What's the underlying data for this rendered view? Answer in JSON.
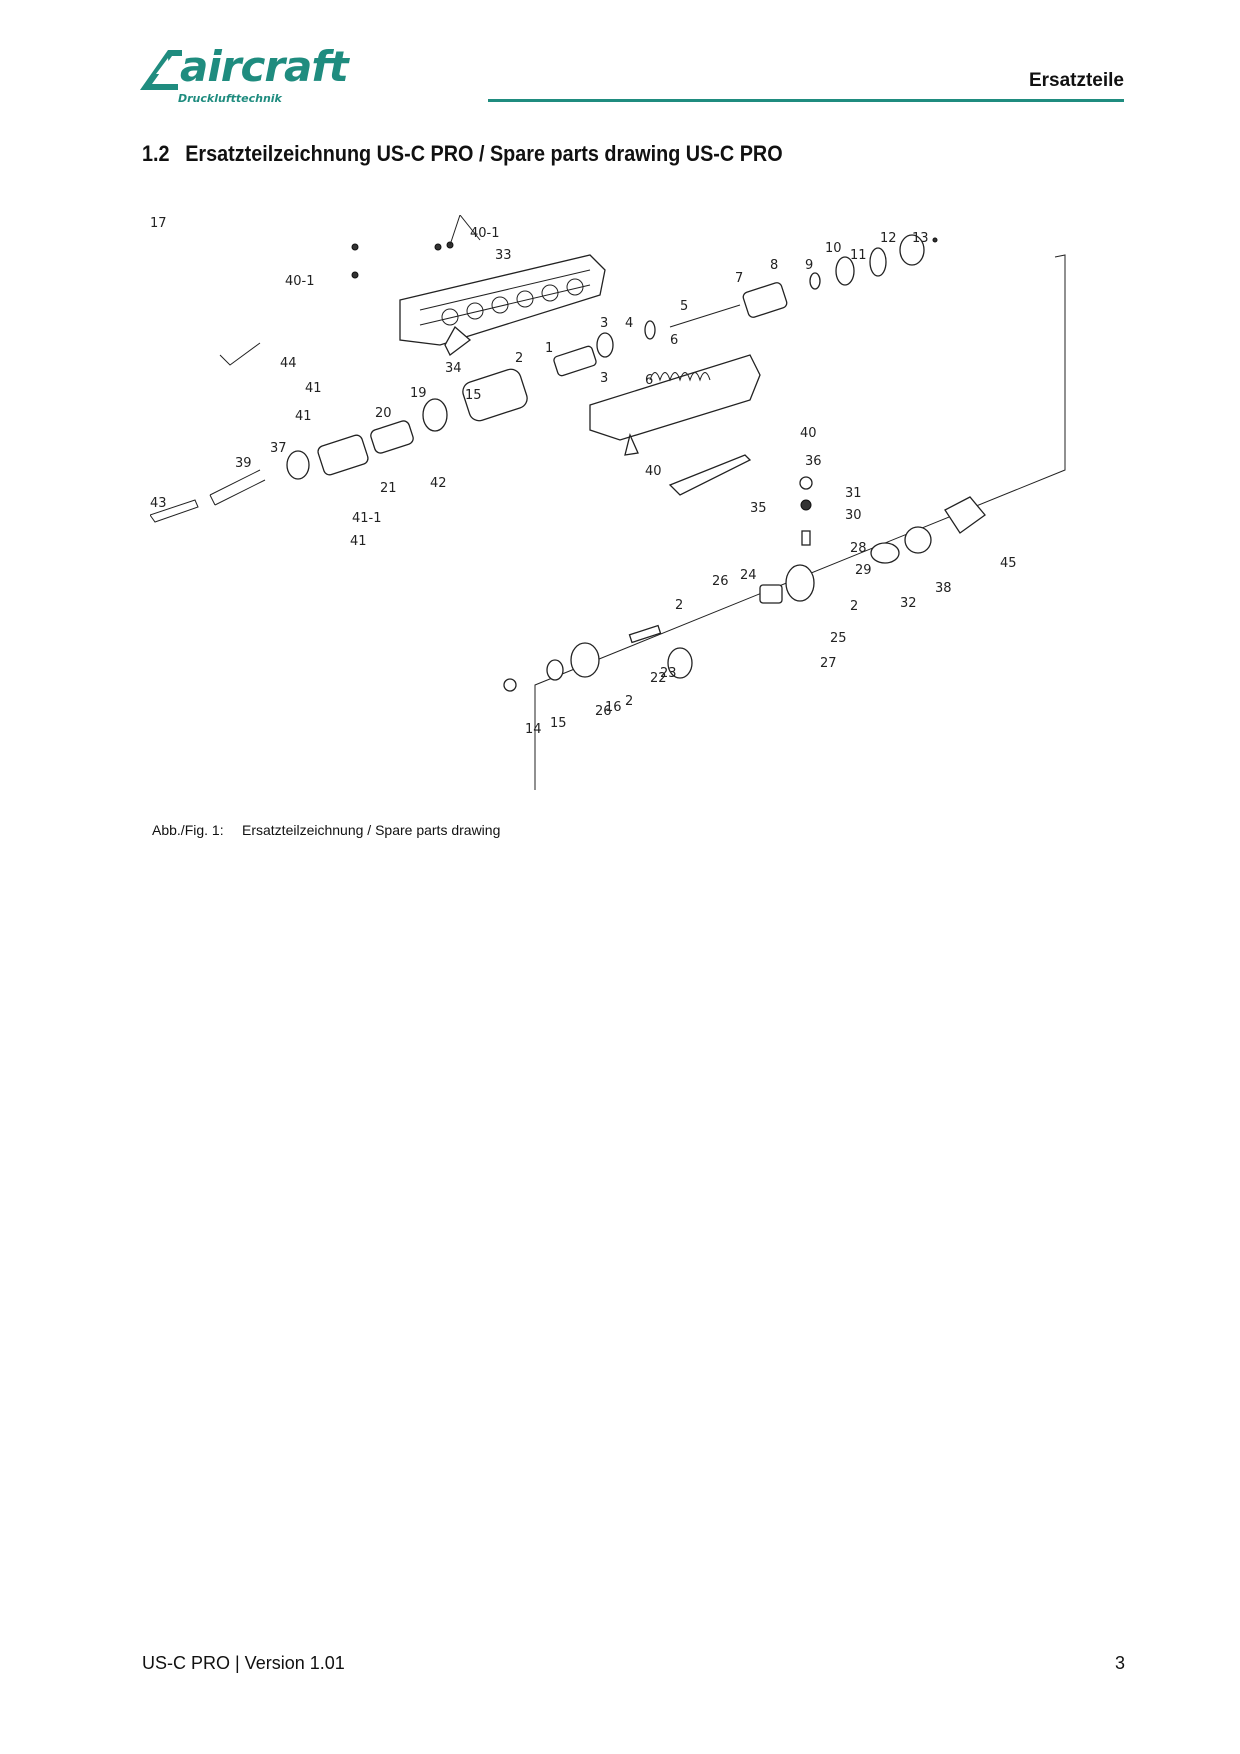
{
  "header": {
    "brand": "aircraft",
    "brand_sub": "Drucklufttechnik",
    "section_label": "Ersatzteile",
    "accent_color": "#1f8c7f"
  },
  "heading": {
    "number": "1.2",
    "title": "Ersatzteilzeichnung US-C PRO / Spare parts drawing US-C PRO"
  },
  "drawing": {
    "part_labels": [
      "40-1",
      "33",
      "40-1",
      "44",
      "1",
      "2",
      "3",
      "4",
      "5",
      "6",
      "7",
      "8",
      "9",
      "10",
      "11",
      "12",
      "13",
      "6",
      "3",
      "34",
      "15",
      "19",
      "20",
      "41",
      "41",
      "37",
      "39",
      "43",
      "21",
      "42",
      "41-1",
      "41",
      "40",
      "40",
      "36",
      "35",
      "31",
      "30",
      "28",
      "29",
      "45",
      "26",
      "24",
      "2",
      "32",
      "38",
      "25",
      "27",
      "2",
      "2",
      "23",
      "22",
      "26",
      "16",
      "15",
      "14",
      "17"
    ]
  },
  "caption": {
    "label": "Abb./Fig. 1:",
    "text": "Ersatzteilzeichnung / Spare parts drawing"
  },
  "footer": {
    "doc": "US-C PRO | Version 1.01",
    "page": "3"
  }
}
